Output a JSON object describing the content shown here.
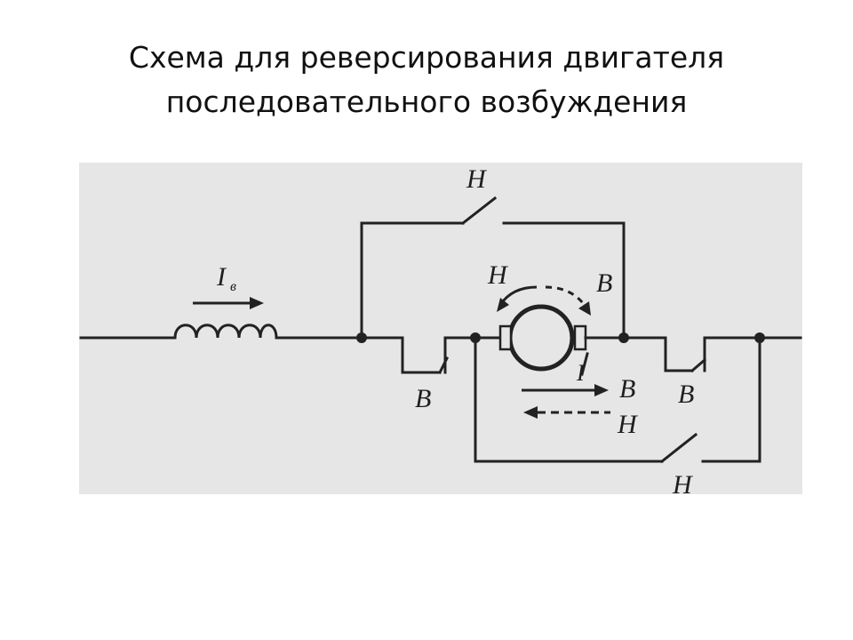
{
  "slide": {
    "title_line1": "Схема для реверсирования двигателя",
    "title_line2": "последовательного возбуждения"
  },
  "diagram": {
    "current_label": "I",
    "current_subscript": "в",
    "labels": {
      "top_switch": "Н",
      "bottom_left_switch": "В",
      "right_switch": "В",
      "bottom_right_switch": "Н",
      "rotation_left": "Н",
      "rotation_right": "В",
      "arrow_solid": "В",
      "arrow_dashed": "Н",
      "armature_current": "I"
    },
    "colors": {
      "background": "#e6e6e6",
      "ink": "#222222"
    }
  }
}
